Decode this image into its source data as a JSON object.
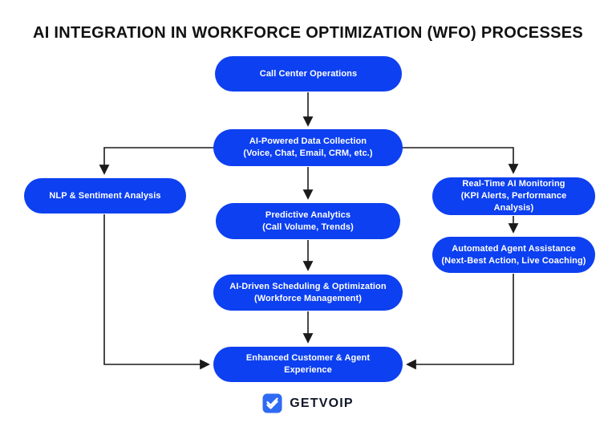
{
  "title": "AI INTEGRATION IN WORKFORCE OPTIMIZATION (WFO) PROCESSES",
  "colors": {
    "box_blue": "#0d40f0",
    "logo_blue": "#2e6af3",
    "line_color": "#1b1b1b",
    "title_color": "#111111",
    "box_text": "#ffffff",
    "background": "#ffffff",
    "brand_text": "#101828"
  },
  "nodes": [
    {
      "id": "call-center-operations",
      "lines": [
        "Call Center Operations"
      ]
    },
    {
      "id": "ai-powered-data-collection",
      "lines": [
        "AI-Powered Data Collection",
        "(Voice, Chat, Email, CRM, etc.)"
      ]
    },
    {
      "id": "nlp-sentiment-analysis",
      "lines": [
        "NLP & Sentiment Analysis"
      ]
    },
    {
      "id": "predictive-analytics",
      "lines": [
        "Predictive Analytics",
        "(Call Volume, Trends)"
      ]
    },
    {
      "id": "real-time-ai-monitoring",
      "lines": [
        "Real-Time AI Monitoring",
        "(KPI Alerts, Performance Analysis)"
      ]
    },
    {
      "id": "automated-agent-assistance",
      "lines": [
        "Automated Agent Assistance",
        "(Next-Best Action, Live Coaching)"
      ]
    },
    {
      "id": "ai-driven-scheduling",
      "lines": [
        "AI-Driven Scheduling & Optimization",
        "(Workforce Management)"
      ]
    },
    {
      "id": "enhanced-experience",
      "lines": [
        "Enhanced Customer & Agent Experience"
      ]
    }
  ],
  "footer": {
    "brand": "GETVOIP",
    "icon": "double-check-icon"
  }
}
